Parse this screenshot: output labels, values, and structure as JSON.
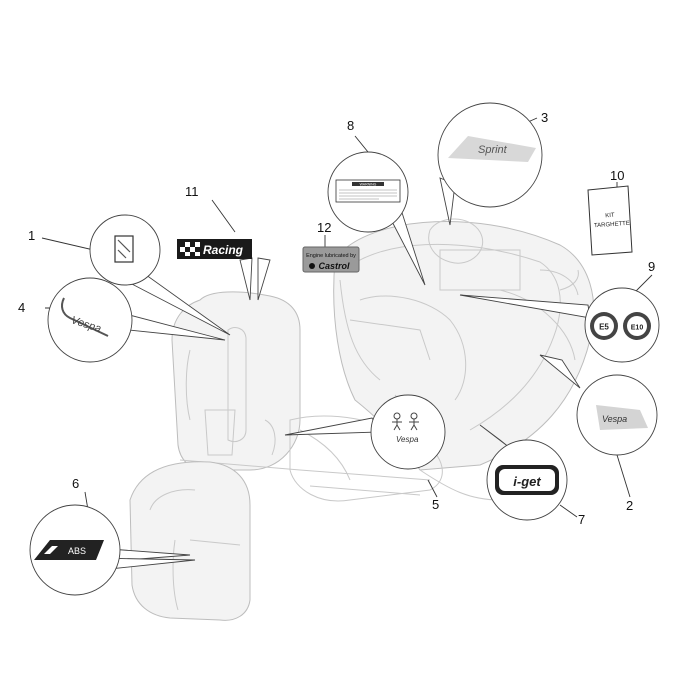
{
  "callouts": {
    "c1": "1",
    "c2": "2",
    "c3": "3",
    "c4": "4",
    "c5": "5",
    "c6": "6",
    "c7": "7",
    "c8": "8",
    "c9": "9",
    "c10": "10",
    "c11": "11",
    "c12": "12"
  },
  "decals": {
    "racing": "Racing",
    "castrol_top": "Engine lubricated by",
    "castrol_brand": "Castrol",
    "warning": "WARNING",
    "sprint": "Sprint",
    "kit_line1": "KIT",
    "kit_line2": "TARGHETTE",
    "euro_left": "E5",
    "euro_right": "E10",
    "abs": "ABS",
    "iget": "i-get",
    "vespa": "Vespa"
  },
  "colors": {
    "line": "#333333",
    "ghost": "#c9c9c9",
    "castrol_bg": "#9a9a9a",
    "badge_dark": "#222222"
  }
}
